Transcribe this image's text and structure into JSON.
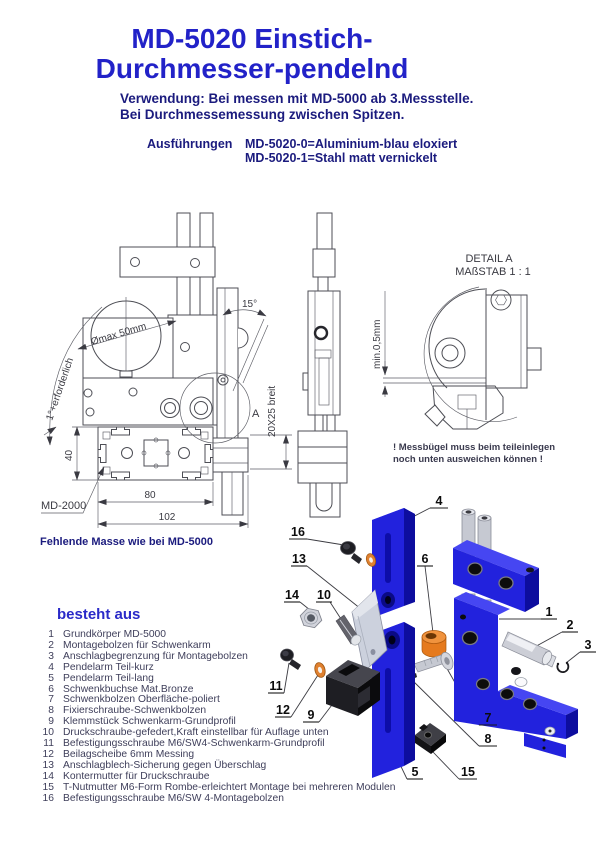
{
  "colors": {
    "title_blue": "#2222c8",
    "navy_text": "#1b1b7e",
    "heading_blue": "#2a2ac8",
    "list_text": "#3e3e5a",
    "drawing_line": "#4d4e55",
    "part_blue": "#2222dd",
    "part_blue_dark": "#0d0d9e",
    "part_blue_light": "#4646f2",
    "part_orange": "#e57a1e",
    "metal_gray": "#c6c9d2"
  },
  "header": {
    "title_line1": "MD-5020 Einstich-",
    "title_line2": "Durchmesser-pendelnd",
    "usage_line1": "Verwendung: Bei messen mit MD-5000 ab 3.Messstelle.",
    "usage_line2": "Bei Durchmessemessung zwischen Spitzen.",
    "versions_label": "Ausführungen",
    "version1": "MD-5020-0=Aluminium-blau eloxiert",
    "version2": "MD-5020-1=Stahl matt vernickelt"
  },
  "front_view": {
    "dim_diameter": "Ømax 50mm",
    "dim_angle": "15°",
    "dim_swing": "1°+erforderlich",
    "dim_40": "40",
    "dim_80": "80",
    "dim_102": "102",
    "label_md2000": "MD-2000",
    "label_width": "20X25 breit",
    "label_detail_a": "A",
    "note_missing": "Fehlende Masse wie bei MD-5000"
  },
  "detail_view": {
    "title": "DETAIL A",
    "scale": "MAßSTAB 1 : 1",
    "dim_min": "min.0,5mm",
    "note_line1": "! Messbügel muss beim teileinlegen",
    "note_line2": "noch unten ausweichen können  !"
  },
  "parts_list": {
    "heading": "besteht aus",
    "items": [
      {
        "num": "1",
        "name": "Grundkörper MD-5000"
      },
      {
        "num": "2",
        "name": "Montagebolzen für Schwenkarm"
      },
      {
        "num": "3",
        "name": "Anschlagbegrenzung für Montagebolzen"
      },
      {
        "num": "4",
        "name": "Pendelarm Teil-kurz"
      },
      {
        "num": "5",
        "name": "Pendelarm Teil-lang"
      },
      {
        "num": "6",
        "name": "Schwenkbuchse Mat.Bronze"
      },
      {
        "num": "7",
        "name": "Schwenkbolzen Oberfläche-poliert"
      },
      {
        "num": "8",
        "name": "Fixierschraube-Schwenkbolzen"
      },
      {
        "num": "9",
        "name": "Klemmstück Schwenkarm-Grundprofil"
      },
      {
        "num": "10",
        "name": "Druckschraube-gefedert,Kraft einstellbar für Auflage unten"
      },
      {
        "num": "11",
        "name": "Befestigungsschraube M6/SW4-Schwenkarm-Grundprofil"
      },
      {
        "num": "12",
        "name": "Beilagscheibe 6mm Messing"
      },
      {
        "num": "13",
        "name": "Anschlagblech-Sicherung gegen Überschlag"
      },
      {
        "num": "14",
        "name": "Kontermutter für Druckschraube"
      },
      {
        "num": "15",
        "name": "T-Nutmutter M6-Form Rombe-erleichtert Montage bei mehreren Modulen"
      },
      {
        "num": "16",
        "name": "Befestigungsschraube M6/SW 4-Montagebolzen"
      }
    ]
  },
  "exploded_view": {
    "balloons": [
      "1",
      "2",
      "3",
      "4",
      "5",
      "6",
      "7",
      "8",
      "9",
      "10",
      "11",
      "12",
      "13",
      "14",
      "15",
      "16"
    ]
  }
}
